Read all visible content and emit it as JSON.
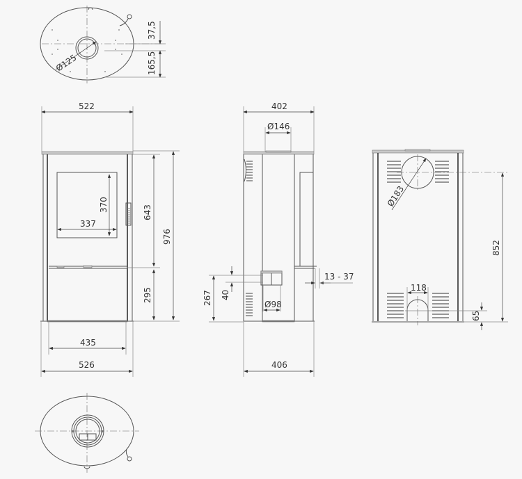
{
  "drawing": {
    "subject": "stove dimensional drawing",
    "units": "mm",
    "background": "#f7f7f7",
    "line_color": "#555555"
  },
  "top_view": {
    "flue_diameter": "Ø125",
    "offset_top": "37,5",
    "offset_bottom": "165,5"
  },
  "front_view": {
    "width_top": "522",
    "door_width": "337",
    "door_height": "370",
    "height_to_ash": "643",
    "total_height": "976",
    "lower_height": "295",
    "base_inner_width": "435",
    "base_width": "526"
  },
  "side_view": {
    "depth_top": "402",
    "flue_top_diameter": "Ø146",
    "air_inlet_height": "267",
    "air_inlet_size": "40",
    "air_inlet_diameter": "Ø98",
    "wall_distance": "13 - 37",
    "base_depth": "406"
  },
  "rear_view": {
    "rear_flue_diameter": "Ø183",
    "rear_flue_height": "852",
    "air_opening_width": "118",
    "air_opening_height": "65"
  },
  "bottom_view": {}
}
